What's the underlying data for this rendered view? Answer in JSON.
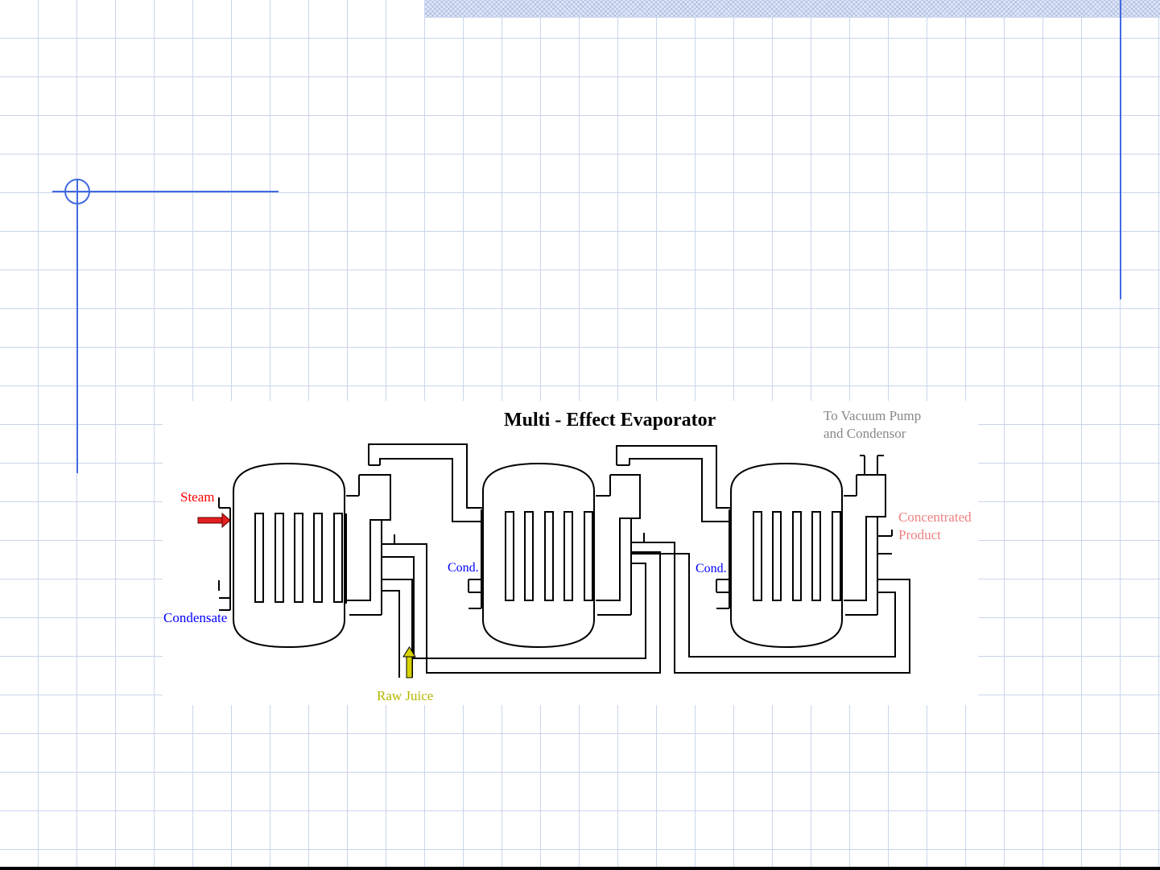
{
  "diagram": {
    "title": "Multi - Effect Evaporator",
    "vacuum_label_line1": "To Vacuum Pump",
    "vacuum_label_line2": "and Condensor",
    "product_label_line1": "Concentrated",
    "product_label_line2": "Product",
    "steam_label": "Steam",
    "condensate_label": "Condensate",
    "cond_label_1": "Cond.",
    "cond_label_2": "Cond.",
    "raw_juice_label": "Raw Juice"
  },
  "colors": {
    "slide_accent": "#4169e1",
    "grid": "#c9d4ee",
    "steam": "#ff0000",
    "condensate": "#0000ff",
    "raw_juice": "#b5b500",
    "vacuum_text": "#888888",
    "product_text": "#f08080"
  },
  "icons": {
    "steam_arrow": "red-right-arrow",
    "raw_juice_arrow": "yellow-up-arrow"
  }
}
